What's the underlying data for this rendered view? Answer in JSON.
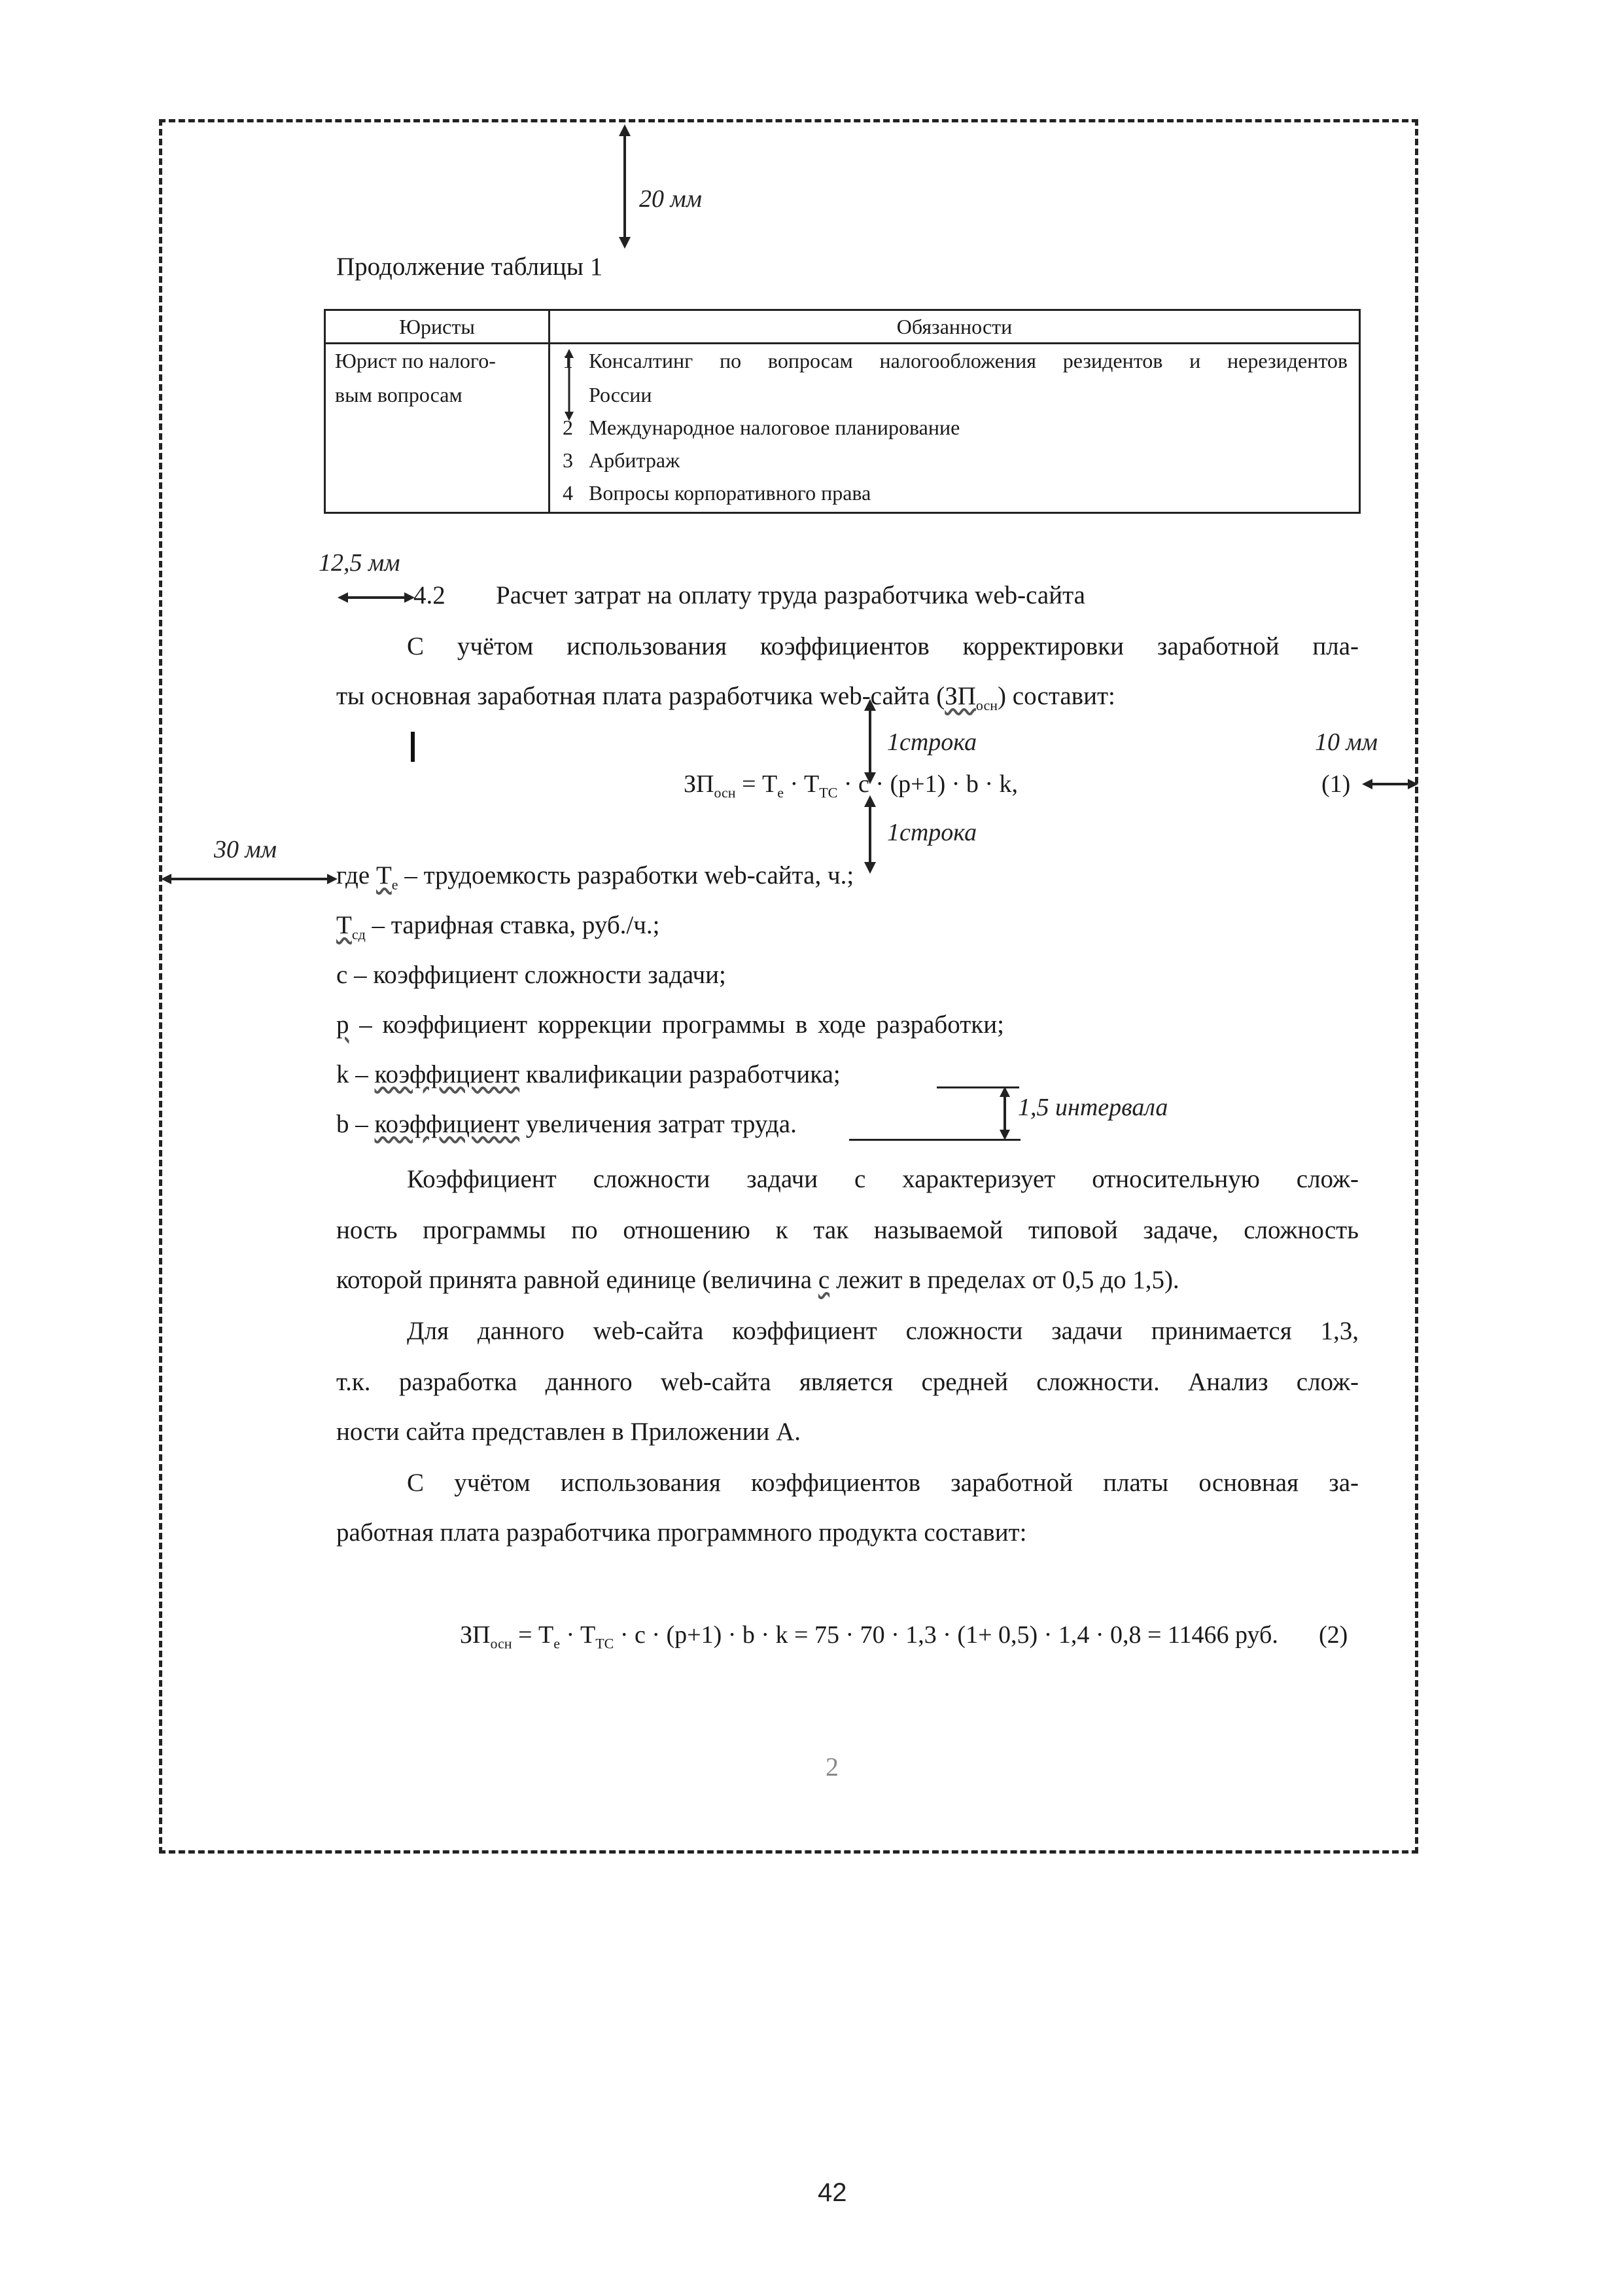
{
  "annotations": {
    "top_margin": "20 мм",
    "indent": "12,5 мм",
    "line_above": "1строка",
    "line_below": "1строка",
    "right_margin": "10 мм",
    "left_margin": "30 мм",
    "spacing": "1,5 интервала"
  },
  "caption": "Продолжение таблицы 1",
  "table": {
    "headers": [
      "Юристы",
      "Обязанности"
    ],
    "row": {
      "role_line1": "Юрист по налого-",
      "role_line2": "вым вопросам",
      "duties": [
        {
          "num": "1",
          "text": "Консалтинг по вопросам налогообложения резидентов и нерезидентов"
        },
        {
          "num": "",
          "text": "России"
        },
        {
          "num": "2",
          "text": "Международное налоговое планирование"
        },
        {
          "num": "3",
          "text": "Арбитраж"
        },
        {
          "num": "4",
          "text": "Вопросы корпоративного права"
        }
      ]
    }
  },
  "section": {
    "number": "4.2",
    "title": "Расчет затрат на оплату труда разработчика web-сайта"
  },
  "paragraphs": {
    "p1_line1": "С учётом использования коэффициентов корректировки заработной пла-",
    "p1_line2_pre": "ты основная заработная плата разработчика web-сайта (",
    "p1_line2_term": "ЗП",
    "p1_line2_sub": "осн",
    "p1_line2_post": ") составит:",
    "p2_line1": "Коэффициент сложности задачи с характеризует относительную слож-",
    "p2_line2": "ность программы по отношению к так называемой типовой задаче, сложность",
    "p2_line3_pre": "которой принята равной единице (величина ",
    "p2_line3_c": "с",
    "p2_line3_post": " лежит в пределах от 0,5 до 1,5).",
    "p3_line1": "Для данного web-сайта коэффициент сложности задачи принимается 1,3,",
    "p3_line2": "т.к. разработка данного web-сайта является средней сложности. Анализ слож-",
    "p3_line3": "ности сайта представлен в Приложении А.",
    "p4_line1": "С учётом использования коэффициентов заработной платы основная за-",
    "p4_line2": "работная плата разработчика программного продукта составит:"
  },
  "formula1": {
    "lhs": "ЗП",
    "lhs_sub": "осн",
    "rhs": "= T",
    "rhs_sub1": "e",
    "rhs_mid": " · T",
    "rhs_sub2": "TC",
    "rhs_tail": " · c · (p+1) · b · k,",
    "number": "(1)"
  },
  "definitions": [
    {
      "prefix": "где ",
      "sym": "T",
      "sub": "e",
      "text": " – трудоемкость разработки web-сайта, ч.;"
    },
    {
      "prefix": "",
      "sym": "T",
      "sub": "сд",
      "text": " – тарифная ставка, руб./ч.;"
    },
    {
      "prefix": "",
      "sym": "с",
      "sub": "",
      "text": " – коэффициент сложности задачи;"
    },
    {
      "prefix": "",
      "sym": "p",
      "sub": "",
      "text": " – коэффициент коррекции программы в ходе разработки;"
    },
    {
      "prefix": "",
      "sym": "k",
      "sub": "",
      "text": " – коэффициент квалификации разработчика;"
    },
    {
      "prefix": "",
      "sym": "b",
      "sub": "",
      "text": " – коэффициент увеличения затрат труда."
    }
  ],
  "def_word": "коэффициент",
  "formula2": {
    "lhs": "ЗП",
    "lhs_sub": "осн",
    "rhs": "= T",
    "rhs_sub1": "e",
    "rhs_mid": " · T",
    "rhs_sub2": "TC",
    "rhs_tail": " · c · (p+1) · b · k = 75 · 70 · 1,3 · (1+ 0,5) · 1,4 · 0,8 = 11466 руб.",
    "number": "(2)"
  },
  "inner_page_number": "2",
  "page_number": "42"
}
